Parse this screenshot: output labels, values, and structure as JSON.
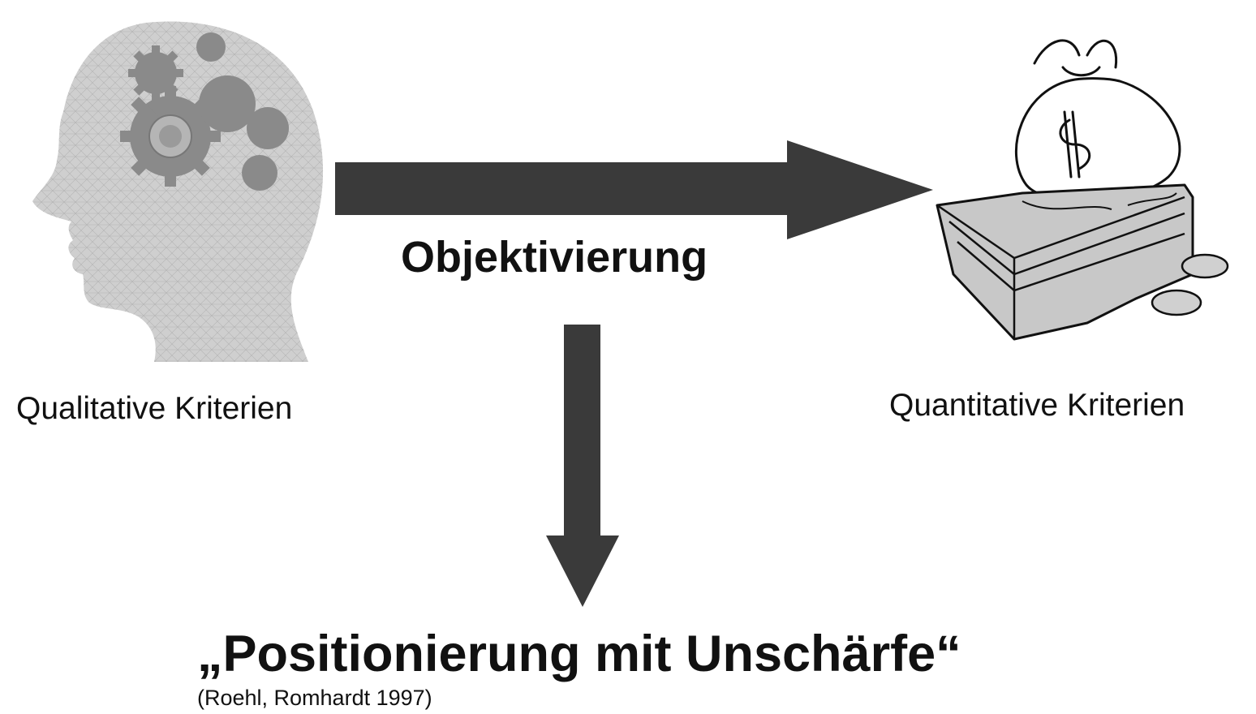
{
  "diagram": {
    "qualitative_label": "Qualitative Kriterien",
    "quantitative_label": "Quantitative Kriterien",
    "process_label": "Objektivierung",
    "result_label": "„Positionierung mit Unschärfe“",
    "citation": "(Roehl, Romhardt 1997)"
  },
  "colors": {
    "arrow": "#3a3a3a",
    "text": "#111111",
    "head": "#c9c9c9",
    "gears": "#8a8a8a"
  },
  "icons": {
    "left": "head-with-gears-icon",
    "right": "money-bag-icon"
  }
}
